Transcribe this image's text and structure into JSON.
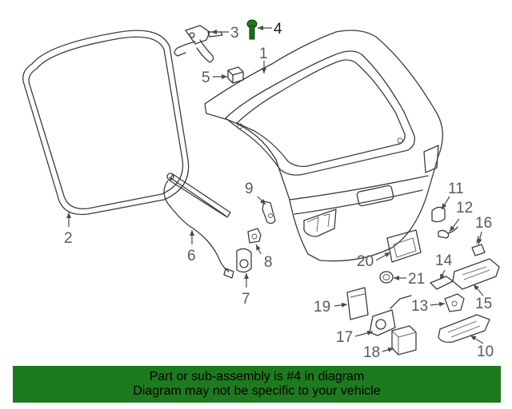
{
  "diagram": {
    "callouts": [
      "1",
      "2",
      "3",
      "4",
      "5",
      "6",
      "7",
      "8",
      "9",
      "10",
      "11",
      "12",
      "13",
      "14",
      "15",
      "16",
      "17",
      "18",
      "19",
      "20",
      "21"
    ],
    "highlighted_part": "4",
    "highlight_color": "#1e7a1e"
  },
  "banner": {
    "line1": "Part or sub-assembly is #4 in diagram",
    "line2": "Diagram may not be specific to your vehicle",
    "background": "#1e7a1e"
  }
}
